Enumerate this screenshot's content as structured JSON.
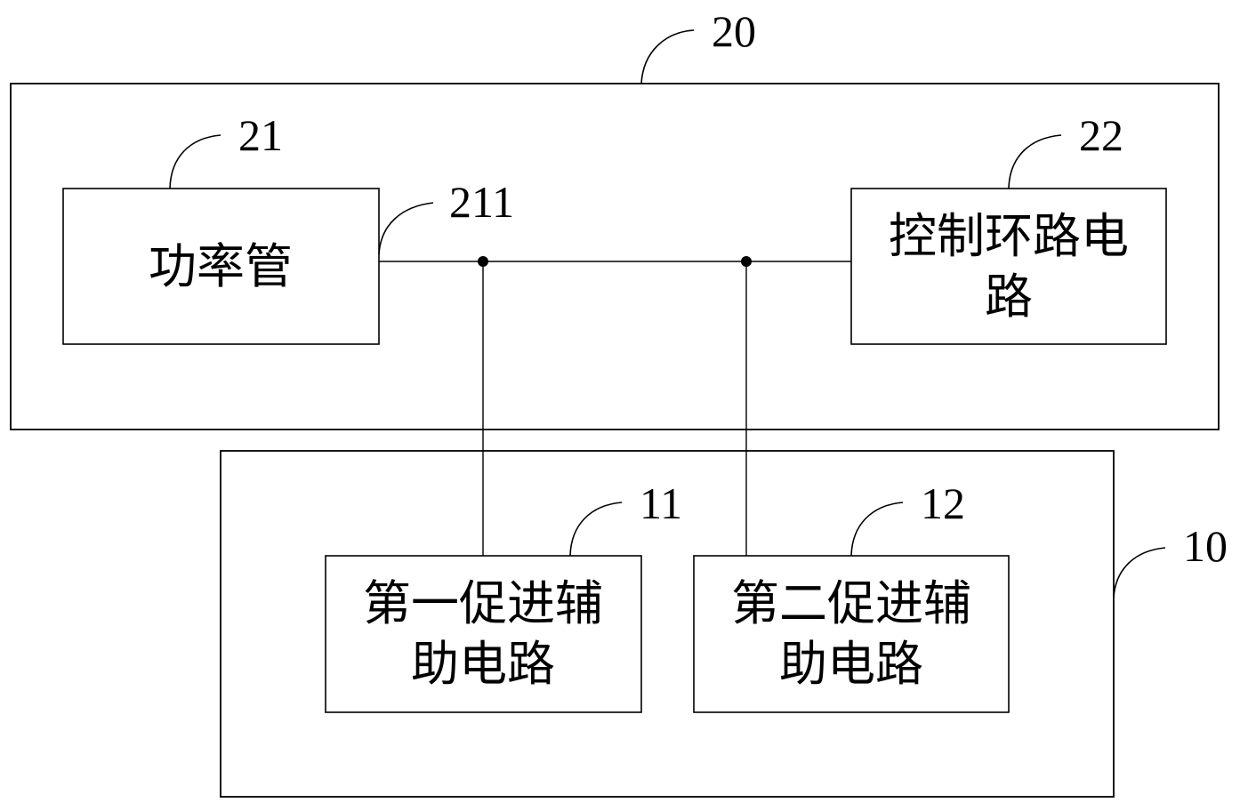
{
  "diagram": {
    "type": "block-diagram",
    "colors": {
      "line": "#000000",
      "background": "#ffffff"
    },
    "modules": {
      "module_20": {
        "ref": "20",
        "components": {
          "power_tube": {
            "ref": "21",
            "label_lines": [
              "功率管"
            ],
            "terminal_ref": "211"
          },
          "control_loop": {
            "ref": "22",
            "label_lines": [
              "控制环路电",
              "路"
            ]
          }
        }
      },
      "module_10": {
        "ref": "10",
        "components": {
          "first_aux": {
            "ref": "11",
            "label_lines": [
              "第一促进辅",
              "助电路"
            ]
          },
          "second_aux": {
            "ref": "12",
            "label_lines": [
              "第二促进辅",
              "助电路"
            ]
          }
        }
      }
    },
    "connections": [
      {
        "from": "211",
        "to": "22",
        "type": "wire"
      },
      {
        "from": "211",
        "to": "11",
        "type": "wire",
        "junction": true
      },
      {
        "from": "211",
        "to": "12",
        "type": "wire",
        "junction": true
      }
    ]
  }
}
